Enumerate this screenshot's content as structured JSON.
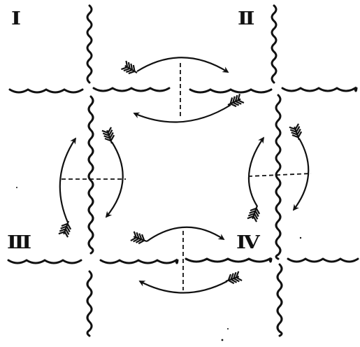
{
  "labels": {
    "q1": "I",
    "q2": "II",
    "q3": "III",
    "q4": "IV"
  },
  "colors": {
    "ink": "#111111",
    "background": "#ffffff"
  },
  "icon_names": [
    "arrowhead-icon",
    "fletching-icon"
  ]
}
